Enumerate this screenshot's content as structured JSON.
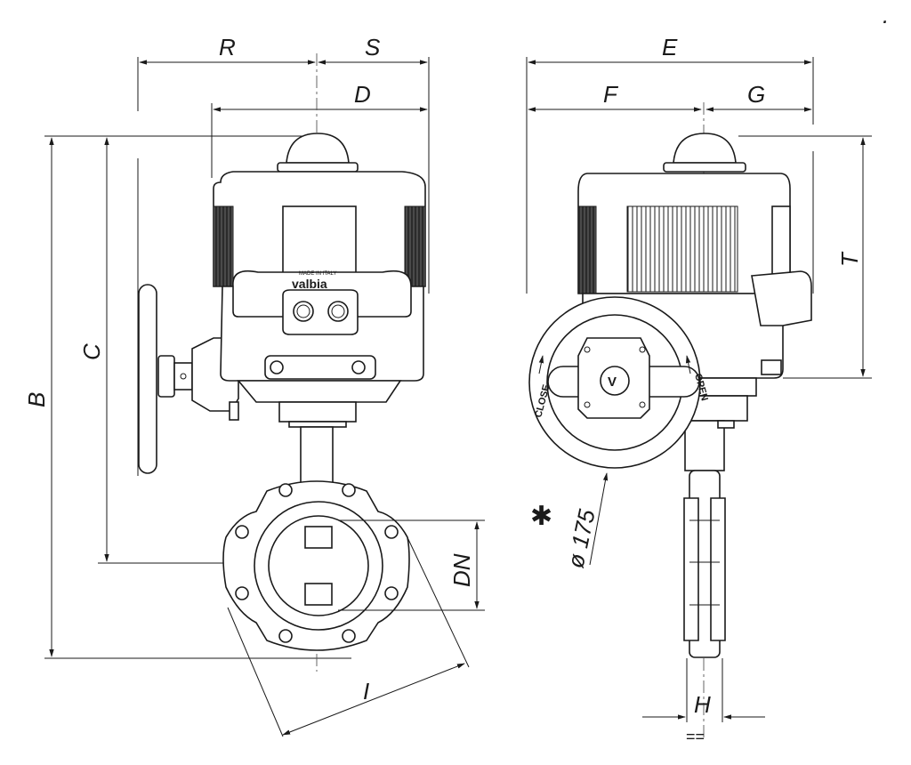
{
  "dimension_labels": {
    "R": "R",
    "S": "S",
    "D": "D",
    "E": "E",
    "F": "F",
    "G": "G",
    "B": "B",
    "C": "C",
    "T": "T",
    "DN": "DN",
    "I": "I",
    "H": "H",
    "diameter": "ø 175",
    "asterisk": "✱",
    "equal_mark": "=="
  },
  "handwheel_labels": {
    "close": "CLOSE",
    "open": "OPEN"
  },
  "brand": {
    "logo_text": "valbia",
    "logo_subtext": "MADE IN ITALY",
    "hub_letter": "V"
  },
  "corner_mark": "."
}
